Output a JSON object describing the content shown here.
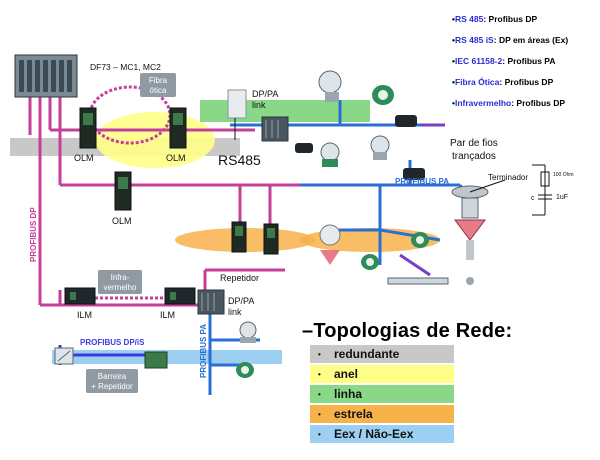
{
  "legend": [
    {
      "key": "RS 485",
      "desc": "Profibus DP"
    },
    {
      "key": "RS 485 iS",
      "desc": "DP em áreas (Ex)"
    },
    {
      "key": "IEC 61158-2",
      "desc": "Profibus PA"
    },
    {
      "key": "Fibra Ótica",
      "desc": "Profibus DP"
    },
    {
      "key": "Infravermelho",
      "desc": "Profibus DP"
    }
  ],
  "labels": {
    "df73": "DF73 – MC1, MC2",
    "fibra1": "Fibra",
    "fibra2": "ótica",
    "olm_a": "OLM",
    "olm_b": "OLM",
    "olm_c": "OLM",
    "dppa_link_1a": "DP/PA",
    "dppa_link_1b": "link",
    "rs485": "RS485",
    "par1": "Par de fios",
    "par2": "trançados",
    "profibus_pa_h": "PROFIBUS PA",
    "terminador": "Terminador",
    "term_r": "100 Ohm",
    "term_c": "c",
    "term_cap": "1uF",
    "profibus_dp_v": "PROFIBUS DP",
    "repetidor": "Repetidor",
    "infra1": "Infra-",
    "infra2": "vermelho",
    "ilm_a": "ILM",
    "ilm_b": "ILM",
    "dppa_link_2a": "DP/PA",
    "dppa_link_2b": "link",
    "profibus_dpis": "PROFIBUS DP/iS",
    "profibus_pa_v": "PROFIBUS PA",
    "barreira1": "Barreira",
    "barreira2": "+ Repetidor"
  },
  "topologies": {
    "title": "–Topologias de Rede:",
    "items": [
      {
        "label": "redundante",
        "color": "#c8c8c8"
      },
      {
        "label": "anel",
        "color": "#ffff88"
      },
      {
        "label": "linha",
        "color": "#88d888"
      },
      {
        "label": "estrela",
        "color": "#f7b24a"
      },
      {
        "label": "Eex / Não-Eex",
        "color": "#9ccff2"
      }
    ]
  },
  "colors": {
    "rs485": "#c43f9a",
    "pa": "#2a6fd6",
    "is": "#3a3ae0",
    "fiber": "#c43f9a",
    "accent_text": "#2b2bd6"
  }
}
